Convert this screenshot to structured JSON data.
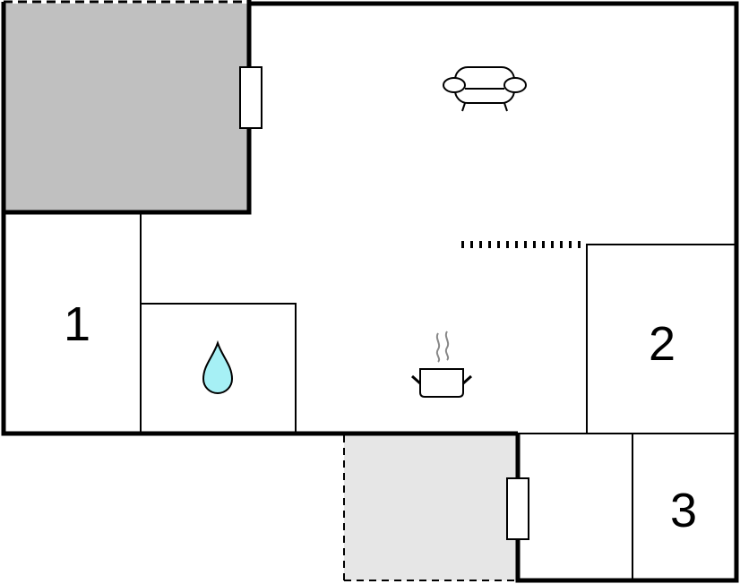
{
  "rooms": {
    "bedroom_1": {
      "label": "1"
    },
    "bedroom_2": {
      "label": "2"
    },
    "bedroom_3": {
      "label": "3"
    }
  },
  "icons": {
    "living_room": "sofa-icon",
    "kitchen": "cooking-pot-icon",
    "bathroom": "water-drop-icon"
  },
  "colors": {
    "wall": "#000000",
    "terrace": "#c0c0c0",
    "patio": "#e6e6e6",
    "water": "#a6f0f5",
    "steam": "#888888",
    "background": "#ffffff"
  }
}
